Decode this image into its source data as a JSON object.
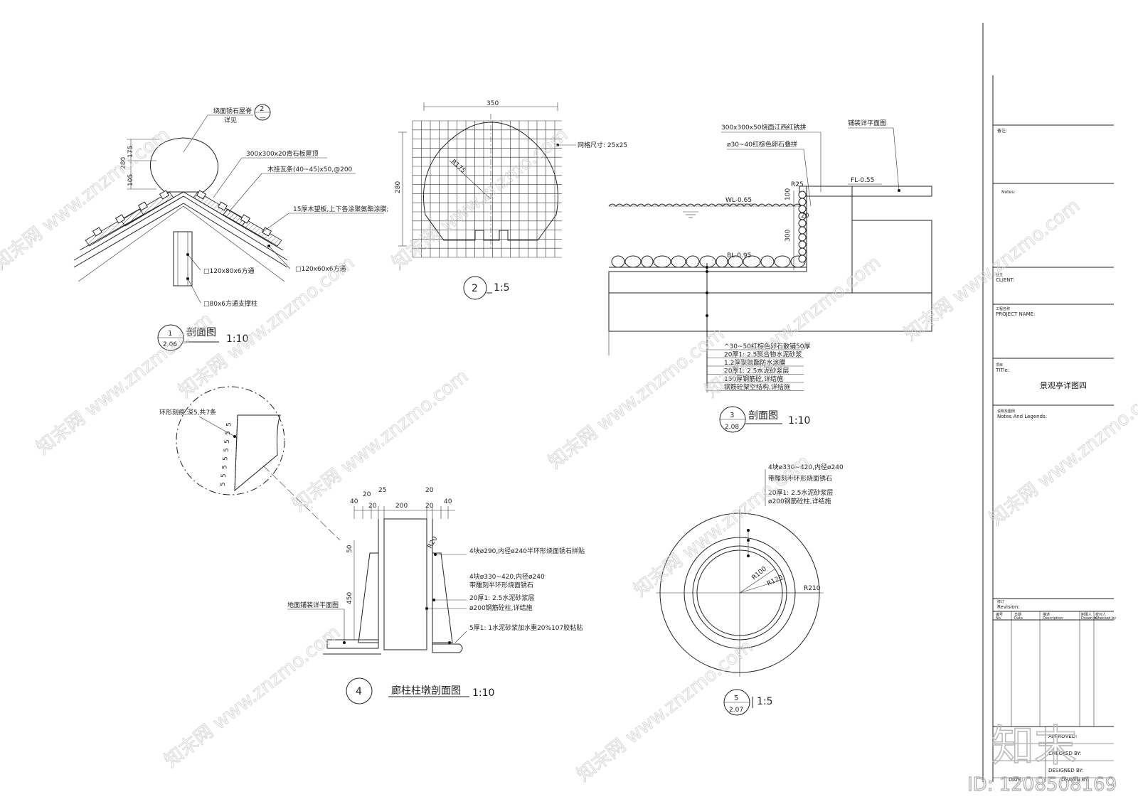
{
  "watermark": {
    "text": "知末网 www.znzmo.com",
    "brand": "知末",
    "id": "ID: 1208508169"
  },
  "detail1": {
    "num": "1",
    "sheet": "2.06",
    "title": "剖面图",
    "scale": "1:10",
    "dims": [
      "280",
      "175",
      "105"
    ],
    "ref": {
      "text": "绕面锈石屋脊",
      "sub": "详见",
      "num": "2",
      "sheet": "—"
    },
    "labels": [
      "300x300x20青石板屋顶",
      "木挂瓦条(40~45)x50,@200",
      "15厚木望板,上下各涂聚氨酯涂膜;",
      "□120x80x6方通",
      "□120x60x6方通",
      "□80x6方通支撑柱"
    ]
  },
  "detail2": {
    "num": "2",
    "scale": "1:5",
    "dims": [
      "350",
      "280"
    ],
    "radius": "R175",
    "grid_label": "网格尺寸: 25x25"
  },
  "detail3": {
    "num": "3",
    "sheet": "2.08",
    "title": "剖面图",
    "scale": "1:10",
    "top_labels": [
      "300x300x50烧面江西红锈拼",
      "ø30~40红棕色卵石叠拼"
    ],
    "ref_label": "铺装详平面图",
    "levels": {
      "wl": "WL-0.65",
      "fl": "FL-0.55",
      "bl": "BL-0.95"
    },
    "dims": [
      "R25",
      "100",
      "20",
      "300"
    ],
    "layers": [
      "^30~50红棕色卵石散铺50厚",
      "20厚1: 2.5聚合物水泥砂浆",
      "1.2厚聚氨酯防水涂膜",
      "20厚1: 2.5水泥砂浆层",
      "150厚钢筋砼,详结施",
      "钢筋砼架空结构,详结施"
    ]
  },
  "detail4": {
    "num": "4",
    "title": "廊柱柱墩剖面图",
    "scale": "1:10",
    "circle_label": "环形刻痕,深5,共7条",
    "circle_dims": [
      "5",
      "5",
      "5",
      "5",
      "5",
      "5",
      "5",
      "5"
    ],
    "dims_top_left": [
      "40",
      "20",
      "25"
    ],
    "dims_top_mid": [
      "20",
      "200"
    ],
    "dims_top_right": [
      "20",
      "20",
      "40"
    ],
    "dims_side": [
      "50",
      "450"
    ],
    "radius": "R20",
    "labels": [
      "4块ø290,内径ø240半环形烧面锈石拼贴",
      "4块ø330~420,内径ø240",
      "带雕刻半环形烧面锈石",
      "20厚1: 2.5水泥砂浆层",
      "ø200钢筋砼柱,详结施",
      "5厚1: 1水泥砂浆加水重20%107胶粘贴"
    ],
    "left_label": "地面铺装详平面图"
  },
  "detail5": {
    "num": "5",
    "sheet": "2.07",
    "scale": "1:5",
    "labels": [
      "4块ø330~420,内径ø240",
      "带雕刻半环形烧面锈石",
      "20厚1: 2.5水泥砂浆层",
      "ø200钢筋砼柱,详结施"
    ],
    "radii": [
      "R100",
      "R120",
      "R210"
    ]
  },
  "titleblock": {
    "remarks": "备注:",
    "notes": "Notes:",
    "client_cn": "业主",
    "client": "CLIENT:",
    "project_cn": "工程名称",
    "project": "PROJECT NAME:",
    "title_cn": "项目",
    "title": "TITle:",
    "drawing_title": "景观亭详图四",
    "legend_cn": "说明及图例",
    "legend": "Notes And Legends:",
    "revision_cn": "修订",
    "revision": "Revision:",
    "rev_cols_cn": [
      "编号",
      "日期",
      "描述",
      "制图人",
      "校对人"
    ],
    "rev_cols": [
      "No.",
      "Date",
      "Description",
      "Drawn by",
      "Checked by"
    ],
    "approved": "APPROVED:",
    "checked": "CHECKED BY:",
    "designed": "DESIGNED BY:",
    "date": "DATE:",
    "drawn": "DRAWN BY:"
  }
}
